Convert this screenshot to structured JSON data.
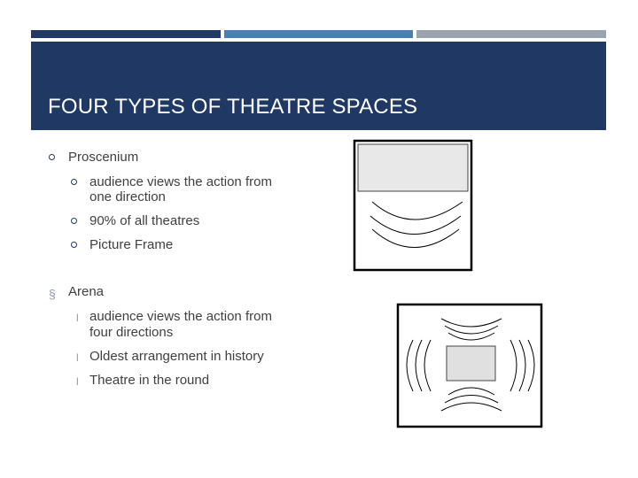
{
  "slide": {
    "title": "FOUR TYPES OF THEATRE SPACES",
    "sections": [
      {
        "heading": "Proscenium",
        "bullets": [
          "audience views the action from",
          "one direction",
          "90% of all theatres",
          "Picture Frame"
        ]
      },
      {
        "heading": "Arena",
        "bullets": [
          "audience views the action from",
          "four directions",
          "Oldest arrangement in history",
          "Theatre in the round"
        ]
      }
    ],
    "accent_colors": {
      "title_bar": "#1f3864",
      "stripe_dark": "#1f3864",
      "stripe_mid": "#4a7fb5",
      "stripe_light": "#9aa3ad",
      "stage_fill": "#e8e8e8"
    },
    "icons": {
      "level1_bullet": "circle-bullet-icon",
      "level2_bullet": "circle-bullet-icon",
      "arena_bullet": "section-sign-icon",
      "arena_sub_bullet": "dot-bullet-icon"
    }
  }
}
